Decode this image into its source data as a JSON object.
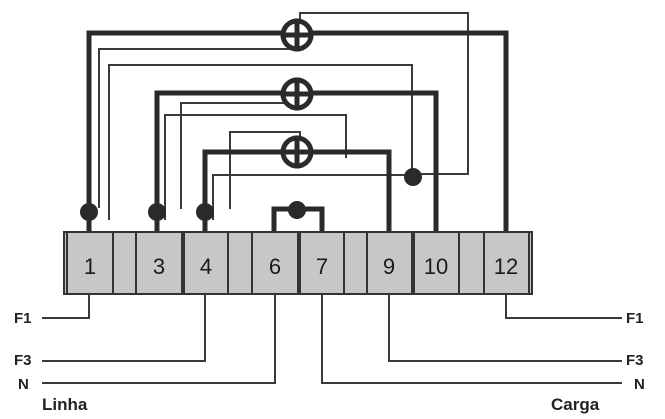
{
  "terminals": [
    "1",
    "3",
    "4",
    "6",
    "7",
    "9",
    "10",
    "12"
  ],
  "wire_labels": {
    "line_f1": "F1",
    "line_f3": "F3",
    "line_n": "N",
    "load_f1": "F1",
    "load_f3": "F3",
    "load_n": "N"
  },
  "side_labels": {
    "line": "Linha",
    "load": "Carga"
  },
  "colors": {
    "wire": "#2a2a2a",
    "terminal_fill": "#c7c7c7",
    "background": "#ffffff"
  }
}
